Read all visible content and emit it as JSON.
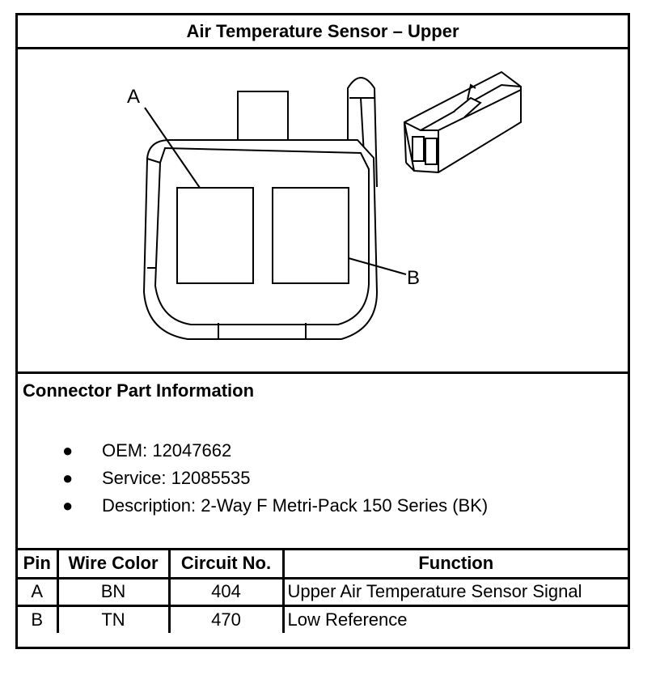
{
  "title": "Air Temperature Sensor – Upper",
  "diagram": {
    "callouts": {
      "a": "A",
      "b": "B"
    }
  },
  "connector_info": {
    "heading": "Connector Part Information",
    "items": [
      "OEM: 12047662",
      "Service: 12085535",
      "Description: 2-Way F Metri-Pack 150 Series (BK)"
    ]
  },
  "table": {
    "headers": [
      "Pin",
      "Wire Color",
      "Circuit No.",
      "Function"
    ],
    "rows": [
      {
        "pin": "A",
        "wire_color": "BN",
        "circuit": "404",
        "function": "Upper Air Temperature Sensor Signal"
      },
      {
        "pin": "B",
        "wire_color": "TN",
        "circuit": "470",
        "function": "Low Reference"
      }
    ]
  }
}
